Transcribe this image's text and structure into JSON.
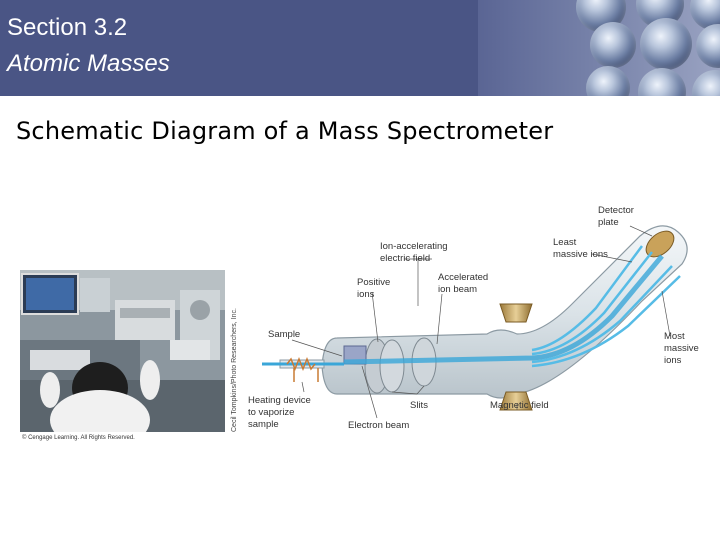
{
  "header": {
    "section_number": "Section 3.2",
    "section_title": "Atomic Masses",
    "bar_color": "#4a5585"
  },
  "slide": {
    "heading": "Schematic Diagram of a Mass Spectrometer"
  },
  "photo": {
    "credit": "© Cengage Learning. All Rights Reserved.",
    "side_credit": "Cecil Tompkins/Photo Researchers, Inc."
  },
  "diagram": {
    "labels": {
      "detector": [
        "Detector",
        "plate"
      ],
      "ion_field": [
        "Ion-accelerating",
        "electric field"
      ],
      "least": [
        "Least",
        "massive ions"
      ],
      "positive": [
        "Positive",
        "ions"
      ],
      "accelerated": [
        "Accelerated",
        "ion beam"
      ],
      "sample": "Sample",
      "most": [
        "Most",
        "massive",
        "ions"
      ],
      "heating": [
        "Heating device",
        "to vaporize",
        "sample"
      ],
      "slits": "Slits",
      "magnetic": "Magnetic field",
      "electron": "Electron beam"
    },
    "beam_color": "#3aa6d8"
  }
}
